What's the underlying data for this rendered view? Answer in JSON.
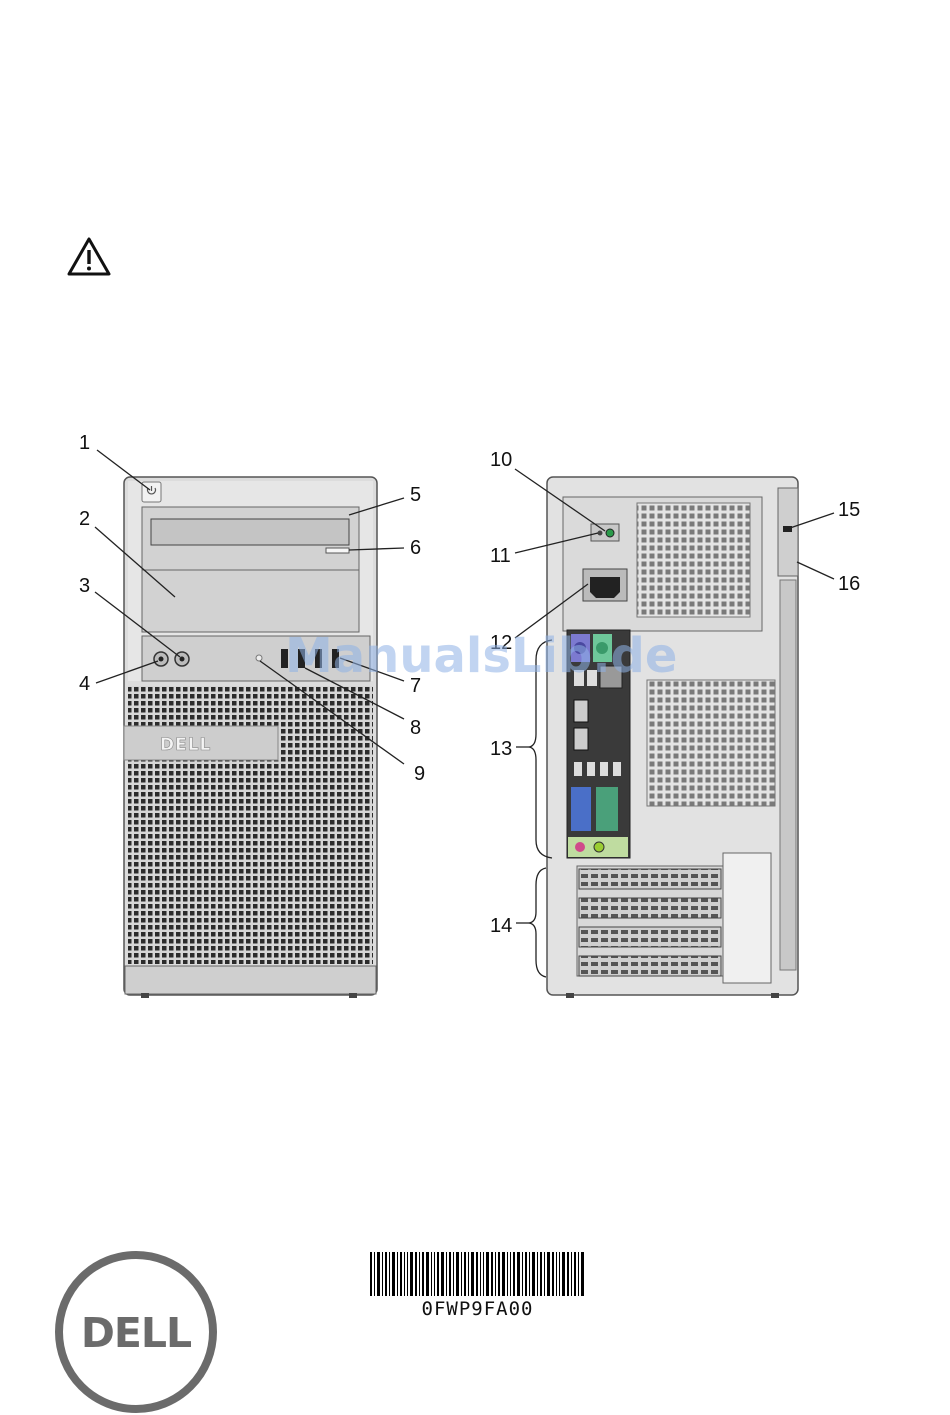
{
  "callouts": {
    "c1": "1",
    "c2": "2",
    "c3": "3",
    "c4": "4",
    "c5": "5",
    "c6": "6",
    "c7": "7",
    "c8": "8",
    "c9": "9",
    "c10": "10",
    "c11": "11",
    "c12": "12",
    "c13": "13",
    "c14": "14",
    "c15": "15",
    "c16": "16"
  },
  "front_panel_logo": "DELL",
  "watermark": "ManualsLib.de",
  "barcode_text": "0FWP9FA00",
  "logo_text": "DELL",
  "icons": {
    "warning": "warning-triangle-icon"
  }
}
